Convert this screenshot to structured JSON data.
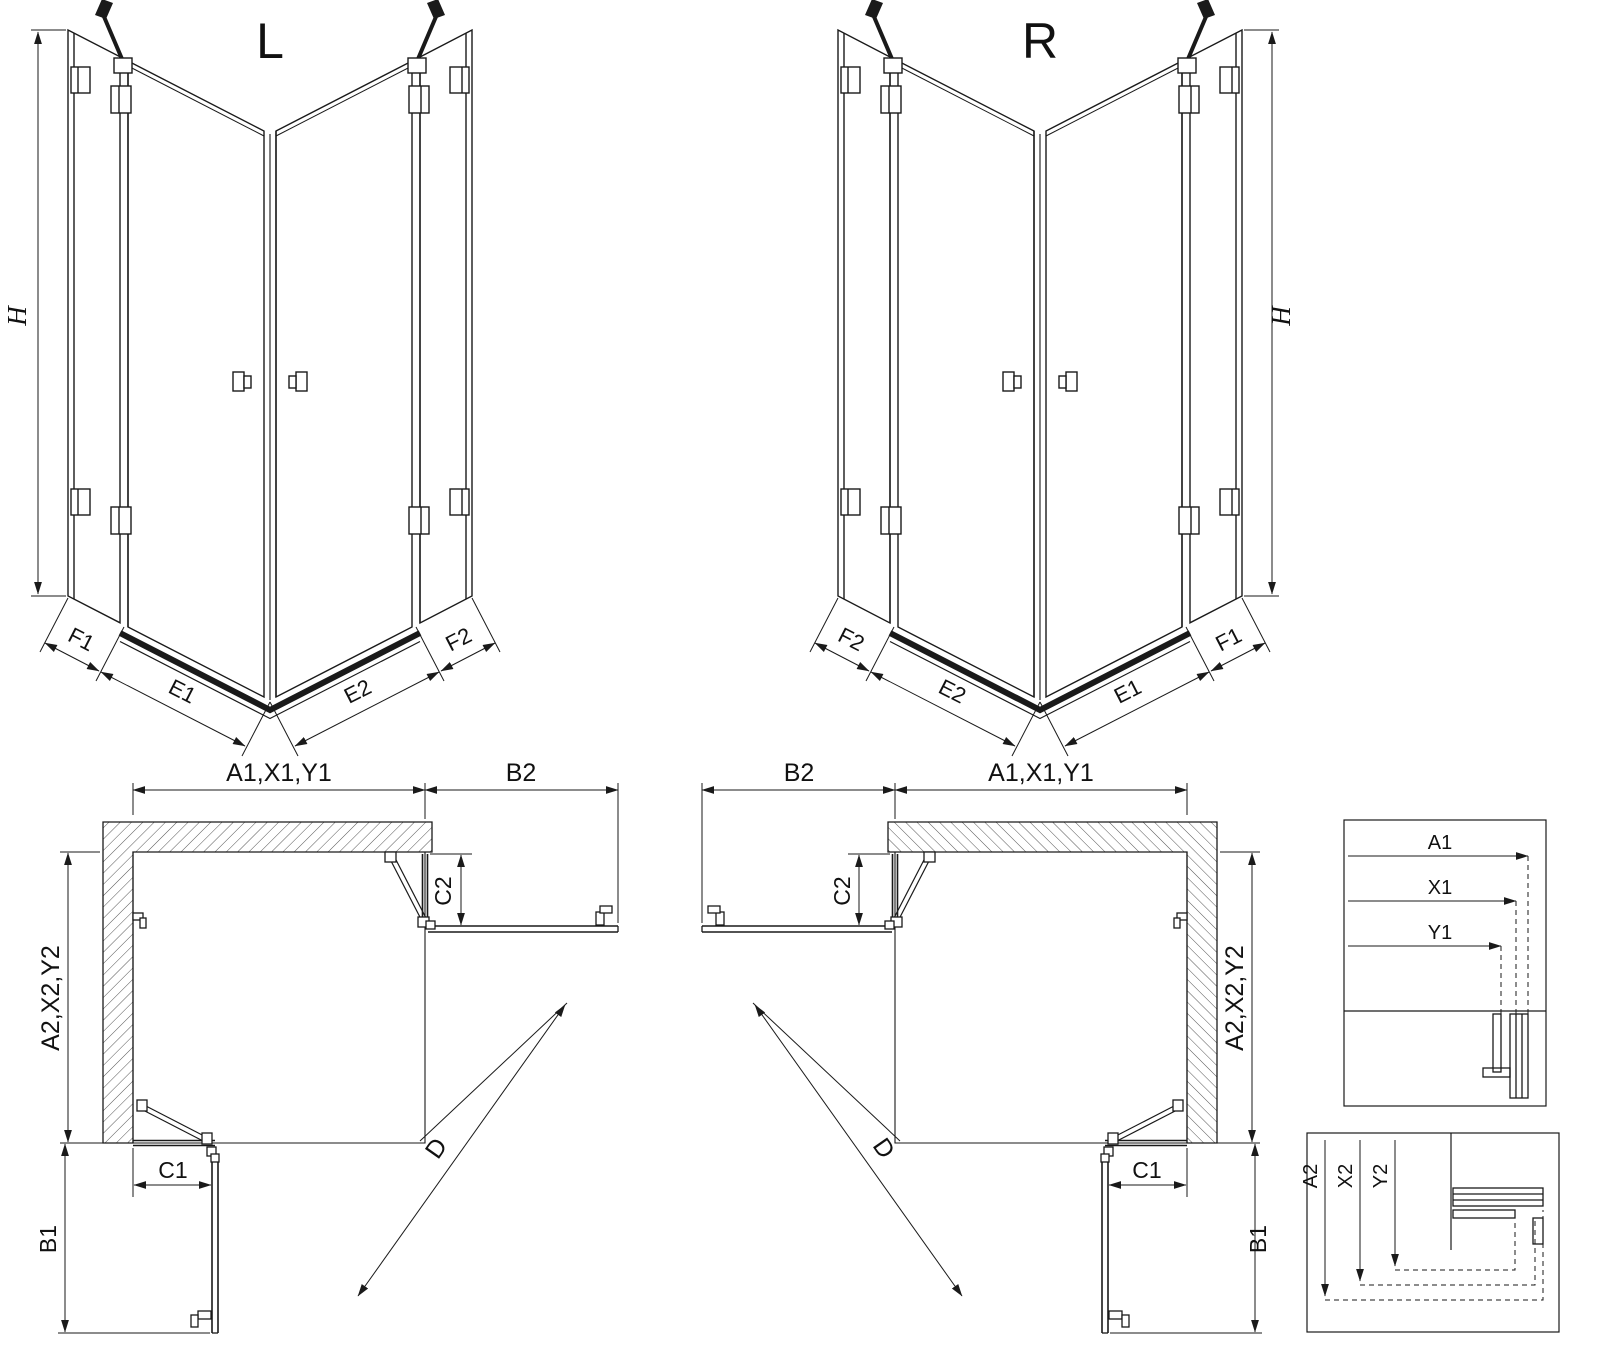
{
  "colors": {
    "line": "#1a1a1a",
    "background": "#ffffff",
    "hatch": "#555555"
  },
  "views": {
    "perspective_left": {
      "title": "L",
      "height_label": "H",
      "bottom_left_outer": "F1",
      "bottom_left_inner": "E1",
      "bottom_right_inner": "E2",
      "bottom_right_outer": "F2"
    },
    "perspective_right": {
      "title": "R",
      "height_label": "H",
      "bottom_left_outer": "F2",
      "bottom_left_inner": "E2",
      "bottom_right_inner": "E1",
      "bottom_right_outer": "F1"
    },
    "plan_left": {
      "width_label": "A1,X1,Y1",
      "door_right_label": "B2",
      "return_right_label": "C2",
      "depth_label": "A2,X2,Y2",
      "return_bottom_label": "C1",
      "door_bottom_label": "B1",
      "diagonal_label": "D"
    },
    "plan_right": {
      "width_label": "A1,X1,Y1",
      "door_left_label": "B2",
      "return_left_label": "C2",
      "depth_label": "A2,X2,Y2",
      "return_bottom_label": "C1",
      "door_bottom_label": "B1",
      "diagonal_label": "D"
    },
    "detail_width": {
      "labels": [
        "A1",
        "X1",
        "Y1"
      ]
    },
    "detail_depth": {
      "labels": [
        "A2",
        "X2",
        "Y2"
      ]
    }
  }
}
